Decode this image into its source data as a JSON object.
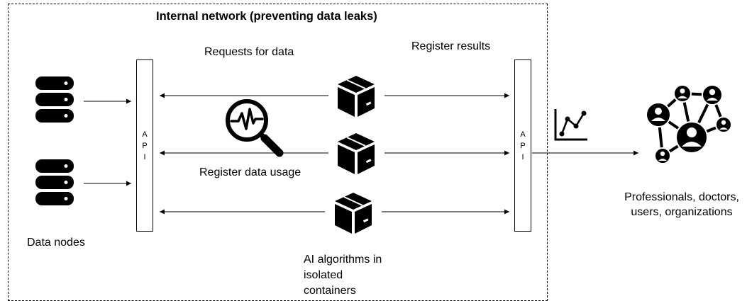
{
  "network": {
    "title": "Internal network (preventing data leaks)"
  },
  "labels": {
    "requests_for_data": "Requests for data",
    "register_results": "Register results",
    "register_data_usage": "Register data usage",
    "data_nodes": "Data nodes",
    "ai_line1": "AI algorithms in",
    "ai_line2": "isolated",
    "ai_line3": "containers",
    "users_line1": "Professionals, doctors,",
    "users_line2": "users, organizations"
  },
  "api": {
    "letters": [
      "A",
      "P",
      "I"
    ]
  },
  "icons": {
    "database": "database-icon",
    "container": "box-icon",
    "monitor": "magnifier-pulse-icon",
    "chart": "line-chart-icon",
    "network": "people-network-icon"
  }
}
